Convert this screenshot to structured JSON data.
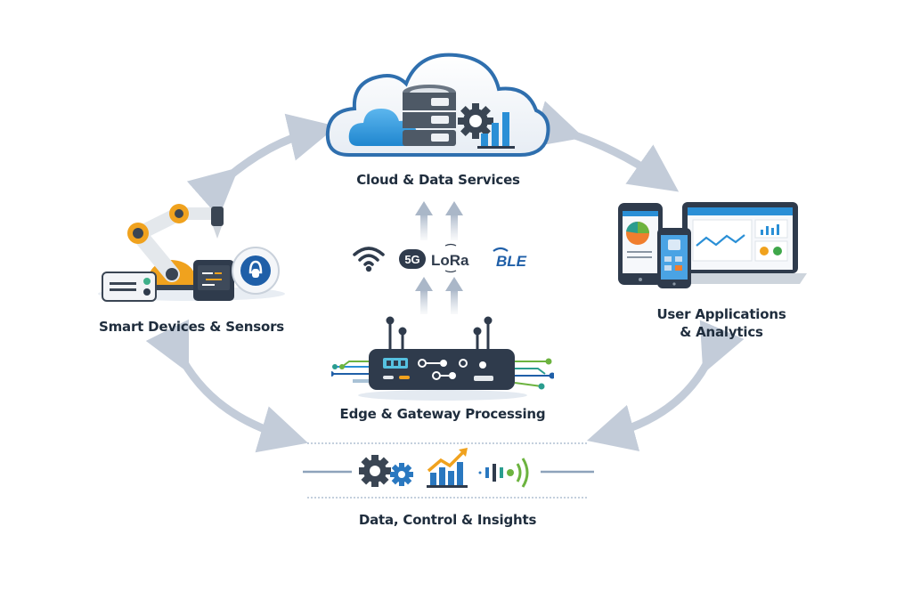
{
  "diagram": {
    "title": "IoT Architecture Cycle",
    "nodes": {
      "cloud": {
        "label": "Cloud & Data Services",
        "icons": [
          "cloud-icon",
          "database-server-icon",
          "gear-icon",
          "bar-chart-icon"
        ]
      },
      "devices": {
        "label": "Smart Devices & Sensors",
        "icons": [
          "robotic-arm-icon",
          "control-panel-icon",
          "terminal-device-icon",
          "sensor-camera-icon"
        ]
      },
      "apps": {
        "label_line1": "User Applications",
        "label_line2": "& Analytics",
        "icons": [
          "tablet-pie-chart-icon",
          "phone-app-icon",
          "laptop-dashboard-icon"
        ]
      },
      "gateway": {
        "label": "Edge & Gateway Processing",
        "icons": [
          "gateway-router-icon"
        ]
      },
      "insights": {
        "label": "Data, Control & Insights",
        "icons": [
          "gears-icon",
          "trend-chart-icon",
          "signal-icon"
        ]
      }
    },
    "protocols": [
      "Wi-Fi",
      "5G",
      "LoRa",
      "BLE"
    ],
    "connections": [
      {
        "from": "devices",
        "to": "cloud",
        "direction": "bidirectional"
      },
      {
        "from": "cloud",
        "to": "apps",
        "direction": "bidirectional"
      },
      {
        "from": "devices",
        "to": "insights",
        "direction": "bidirectional"
      },
      {
        "from": "apps",
        "to": "insights",
        "direction": "bidirectional"
      },
      {
        "from": "gateway",
        "to": "cloud",
        "direction": "up"
      }
    ],
    "colors": {
      "arrow": "#c3ccd9",
      "cloud_outline": "#2f6fae",
      "accent_blue": "#2a8fd6",
      "dark": "#2f3b4c",
      "orange": "#f0a21e",
      "green": "#6cb33f",
      "text": "#1f2d3d"
    }
  }
}
